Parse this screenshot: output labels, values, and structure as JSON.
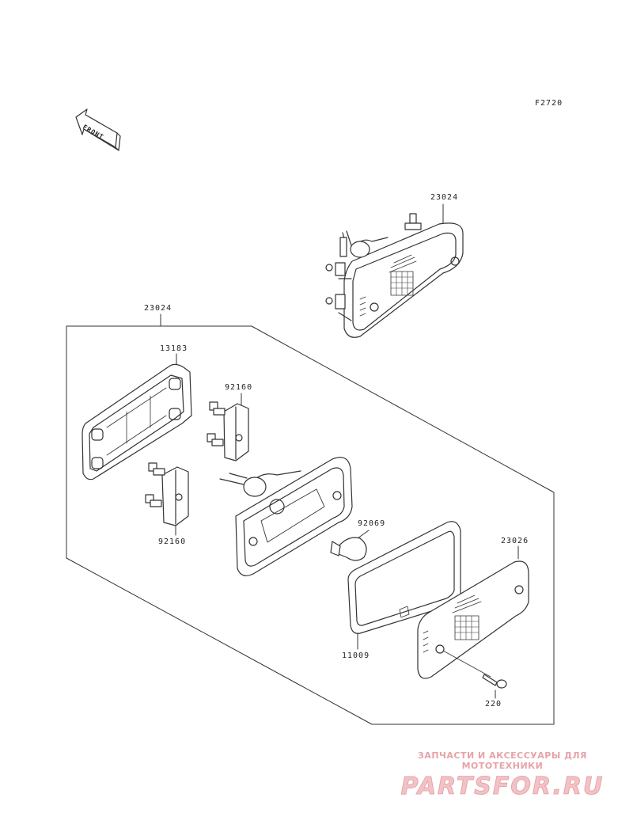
{
  "diagram_code": "F2720",
  "front_label": "FRONT",
  "parts": {
    "assembly_top": "23024",
    "assembly_group": "23024",
    "bracket": "13183",
    "socket_upper": "92160",
    "socket_lower": "92160",
    "bulb": "92069",
    "lens": "23026",
    "gasket": "11009",
    "screw": "220"
  },
  "watermark": {
    "tagline": "ЗАПЧАСТИ И АКСЕССУАРЫ ДЛЯ МОТОТЕХНИКИ",
    "logo": "PARTSFOR.RU"
  }
}
